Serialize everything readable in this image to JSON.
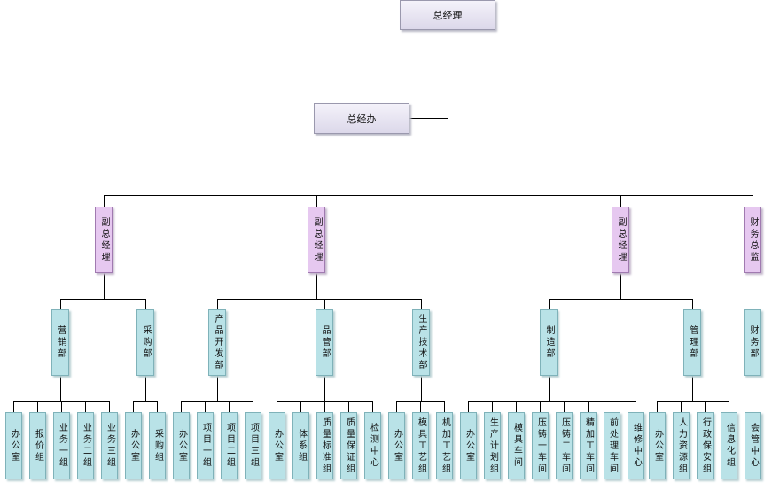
{
  "nodes": {
    "ceo": "总经理",
    "office": "总经办",
    "vp1": "副总经理",
    "vp2": "副总经理",
    "vp3": "副总经理",
    "cfo": "财务总监",
    "sales_dept": "营销部",
    "purchase_dept": "采购部",
    "product_dev_dept": "产品开发部",
    "quality_dept": "品管部",
    "prod_tech_dept": "生产技术部",
    "manufacturing_dept": "制造部",
    "admin_dept": "管理部",
    "finance_dept": "财务部",
    "sales_office": "办公室",
    "quote_group": "报价组",
    "biz_group_1": "业务一组",
    "biz_group_2": "业务二组",
    "biz_group_3": "业务三组",
    "purchase_office": "办公室",
    "purchase_group": "采购组",
    "dev_office": "办公室",
    "project_group_1": "项目一组",
    "project_group_2": "项目二组",
    "project_group_3": "项目三组",
    "qa_office": "办公室",
    "system_group": "体系组",
    "quality_std_group": "质量标准组",
    "quality_assurance_group": "质量保证组",
    "testing_center": "检测中心",
    "tech_office": "办公室",
    "mold_process_group": "模具工艺组",
    "machining_process_group": "机加工艺组",
    "mfg_office": "办公室",
    "production_plan_group": "生产计划组",
    "mold_workshop": "模具车间",
    "casting_workshop_1": "压铸一车间",
    "casting_workshop_2": "压铸二车间",
    "machining_workshop": "精加工车间",
    "pretreatment_workshop": "前处理车间",
    "repair_center": "维修中心",
    "admin_office": "办公室",
    "hr_group": "人力资源组",
    "admin_security_group": "行政保安组",
    "it_group": "信息化组",
    "accounting_center": "会管中心"
  },
  "colors": {
    "top_level": "#dcd8ea",
    "vice_level": "#e6c8f0",
    "department": "#b9e2e7",
    "connector": "#000000"
  }
}
